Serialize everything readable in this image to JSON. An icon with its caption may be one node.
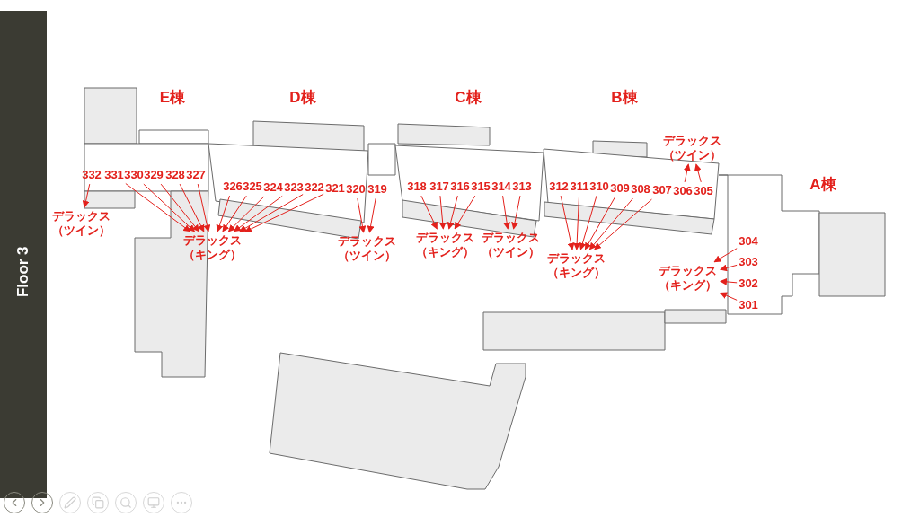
{
  "diagram": {
    "title": "Floor 3",
    "nodes": [
      {
        "text": [
          "332"
        ]
      },
      {
        "text": [
          "331"
        ]
      },
      {
        "text": [
          "330"
        ]
      },
      {
        "text": [
          "329"
        ]
      },
      {
        "text": [
          "328"
        ]
      },
      {
        "text": [
          "327"
        ]
      },
      {
        "text": [
          "326"
        ]
      },
      {
        "text": [
          "325"
        ]
      },
      {
        "text": [
          "324"
        ]
      },
      {
        "text": [
          "323"
        ]
      },
      {
        "text": [
          "322"
        ]
      },
      {
        "text": [
          "321"
        ]
      },
      {
        "text": [
          "320"
        ]
      },
      {
        "text": [
          "319"
        ]
      },
      {
        "text": [
          "318"
        ]
      },
      {
        "text": [
          "317"
        ]
      },
      {
        "text": [
          "316"
        ]
      },
      {
        "text": [
          "315"
        ]
      },
      {
        "text": [
          "314"
        ]
      },
      {
        "text": [
          "313"
        ]
      },
      {
        "text": [
          "312"
        ]
      },
      {
        "text": [
          "311"
        ]
      },
      {
        "text": [
          "310"
        ]
      },
      {
        "text": [
          "309"
        ]
      },
      {
        "text": [
          "308"
        ]
      },
      {
        "text": [
          "307"
        ]
      },
      {
        "text": [
          "306"
        ]
      },
      {
        "text": [
          "305"
        ]
      },
      {
        "text": [
          "304"
        ]
      },
      {
        "text": [
          "303"
        ]
      },
      {
        "text": [
          "302"
        ]
      },
      {
        "text": [
          "301"
        ]
      },
      {
        "text": [
          "デラックス（ツイン）"
        ]
      },
      {
        "text": [
          "デラックス（キング）"
        ]
      },
      {
        "text": [
          "デラックス（ツイン）"
        ]
      },
      {
        "text": [
          "デラックス（キング）"
        ]
      },
      {
        "text": [
          "デラックス（ツイン）"
        ]
      },
      {
        "text": [
          "デラックス（キング）"
        ]
      },
      {
        "text": [
          "デラックス（ツイン）"
        ]
      },
      {
        "text": [
          "デラックス（キング）"
        ]
      }
    ],
    "edges": [
      {
        "from": 0,
        "to": 32,
        "arrow": "to"
      },
      {
        "from": 1,
        "to": 33,
        "arrow": "to"
      },
      {
        "from": 2,
        "to": 33,
        "arrow": "to"
      },
      {
        "from": 3,
        "to": 33,
        "arrow": "to"
      },
      {
        "from": 4,
        "to": 33,
        "arrow": "to"
      },
      {
        "from": 5,
        "to": 33,
        "arrow": "to"
      },
      {
        "from": 6,
        "to": 33,
        "arrow": "to"
      },
      {
        "from": 7,
        "to": 33,
        "arrow": "to"
      },
      {
        "from": 8,
        "to": 33,
        "arrow": "to"
      },
      {
        "from": 9,
        "to": 33,
        "arrow": "to"
      },
      {
        "from": 10,
        "to": 33,
        "arrow": "to"
      },
      {
        "from": 11,
        "to": 33,
        "arrow": "to"
      },
      {
        "from": 12,
        "to": 34,
        "arrow": "to"
      },
      {
        "from": 13,
        "to": 34,
        "arrow": "to"
      },
      {
        "from": 14,
        "to": 35,
        "arrow": "to"
      },
      {
        "from": 15,
        "to": 35,
        "arrow": "to"
      },
      {
        "from": 16,
        "to": 35,
        "arrow": "to"
      },
      {
        "from": 17,
        "to": 35,
        "arrow": "to"
      },
      {
        "from": 18,
        "to": 36,
        "arrow": "to"
      },
      {
        "from": 19,
        "to": 36,
        "arrow": "to"
      },
      {
        "from": 20,
        "to": 37,
        "arrow": "to"
      },
      {
        "from": 21,
        "to": 37,
        "arrow": "to"
      },
      {
        "from": 22,
        "to": 37,
        "arrow": "to"
      },
      {
        "from": 23,
        "to": 37,
        "arrow": "to"
      },
      {
        "from": 24,
        "to": 37,
        "arrow": "to"
      },
      {
        "from": 25,
        "to": 37,
        "arrow": "to"
      },
      {
        "from": 26,
        "to": 38,
        "arrow": "to"
      },
      {
        "from": 27,
        "to": 38,
        "arrow": "to"
      },
      {
        "from": 28,
        "to": 39,
        "arrow": "to"
      },
      {
        "from": 29,
        "to": 39,
        "arrow": "to"
      },
      {
        "from": 30,
        "to": 39,
        "arrow": "to"
      },
      {
        "from": 31,
        "to": 39,
        "arrow": "to"
      }
    ],
    "labels": [
      "E棟",
      "D棟",
      "C棟",
      "B棟",
      "A棟"
    ]
  }
}
